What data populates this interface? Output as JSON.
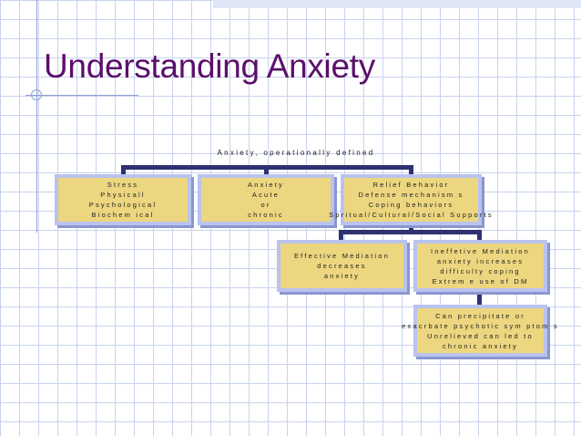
{
  "slide": {
    "title": "Understanding Anxiety"
  },
  "diagram": {
    "root": "Anxiety, operationally defined",
    "nodes": {
      "stress": [
        "Stress",
        "Physicall",
        "Psychological",
        "Biochem ical"
      ],
      "anxiety": [
        "Anxiety",
        "Acute",
        "or",
        "chronic"
      ],
      "relief": [
        "Relief Behavior",
        "Defense mechanism s",
        "Coping behaviors",
        "Spritual/Cultural/Social Supports"
      ],
      "effective": [
        "Effective Mediation",
        "decreases",
        "anxiety"
      ],
      "ineffective": [
        "Ineffetive Mediation",
        "anxiety increases",
        "difficulty coping",
        "Extrem e use of DM"
      ],
      "consequence": [
        "Can precipitate or",
        "exacrbate psychotic sym ptom s",
        "Unrelieved can led to",
        "chronic anxiety"
      ]
    }
  },
  "colors": {
    "title": "#5b0f6b",
    "node_fill": "#ecd67f",
    "node_border": "#b9c3ee",
    "connector": "#2e3272",
    "grid": "#c9d3ee"
  }
}
